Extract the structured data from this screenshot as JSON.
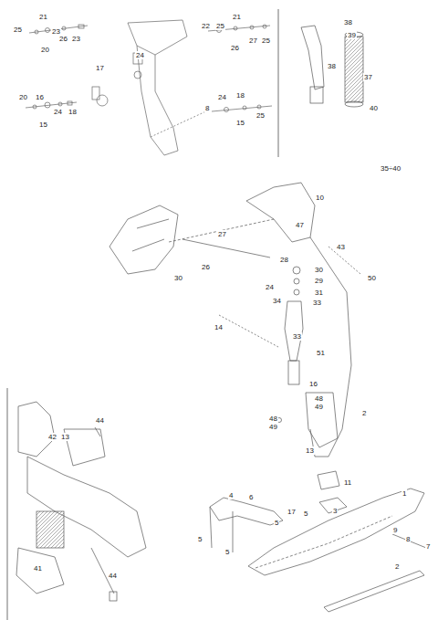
{
  "diagram": {
    "labels": [
      "21",
      "25",
      "23",
      "26",
      "23",
      "20",
      "20",
      "16",
      "24",
      "18",
      "15",
      "17",
      "24",
      "22",
      "25",
      "21",
      "27",
      "25",
      "26",
      "24",
      "18",
      "8",
      "25",
      "15",
      "38",
      "39",
      "38",
      "37",
      "40",
      "35÷40",
      "10",
      "27",
      "47",
      "43",
      "26",
      "30",
      "28",
      "30",
      "29",
      "50",
      "24",
      "31",
      "34",
      "33",
      "14",
      "33",
      "51",
      "16",
      "48",
      "49",
      "48",
      "49",
      "2",
      "13",
      "11",
      "44",
      "42",
      "13",
      "41",
      "44",
      "4",
      "6",
      "17",
      "5",
      "3",
      "1",
      "5",
      "5",
      "5",
      "9",
      "8",
      "7",
      "2"
    ]
  }
}
